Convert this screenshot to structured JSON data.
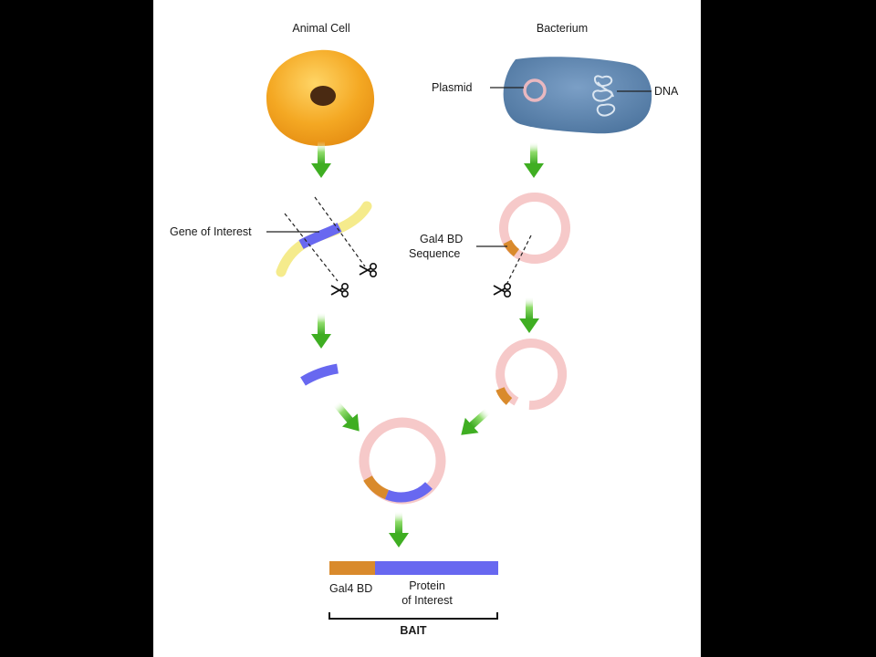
{
  "labels": {
    "animal_cell": "Animal Cell",
    "bacterium": "Bacterium",
    "plasmid": "Plasmid",
    "dna": "DNA",
    "gene_of_interest": "Gene of Interest",
    "gal4_bd_sequence_line1": "Gal4 BD",
    "gal4_bd_sequence_line2": "Sequence",
    "gal4_bd": "Gal4 BD",
    "protein_line1": "Protein",
    "protein_line2": "of Interest",
    "bait": "BAIT"
  },
  "colors": {
    "background": "#000000",
    "panel": "#ffffff",
    "cell": "#f0a21e",
    "nucleus": "#4a2a12",
    "bacterium": "#5f86b0",
    "plasmid_ring": "#f6c9c9",
    "gene_blue": "#6868f0",
    "gal4_orange": "#d98a2c",
    "dna_yellow": "#f5eb8c",
    "arrow_green": "#4cbb2e"
  }
}
